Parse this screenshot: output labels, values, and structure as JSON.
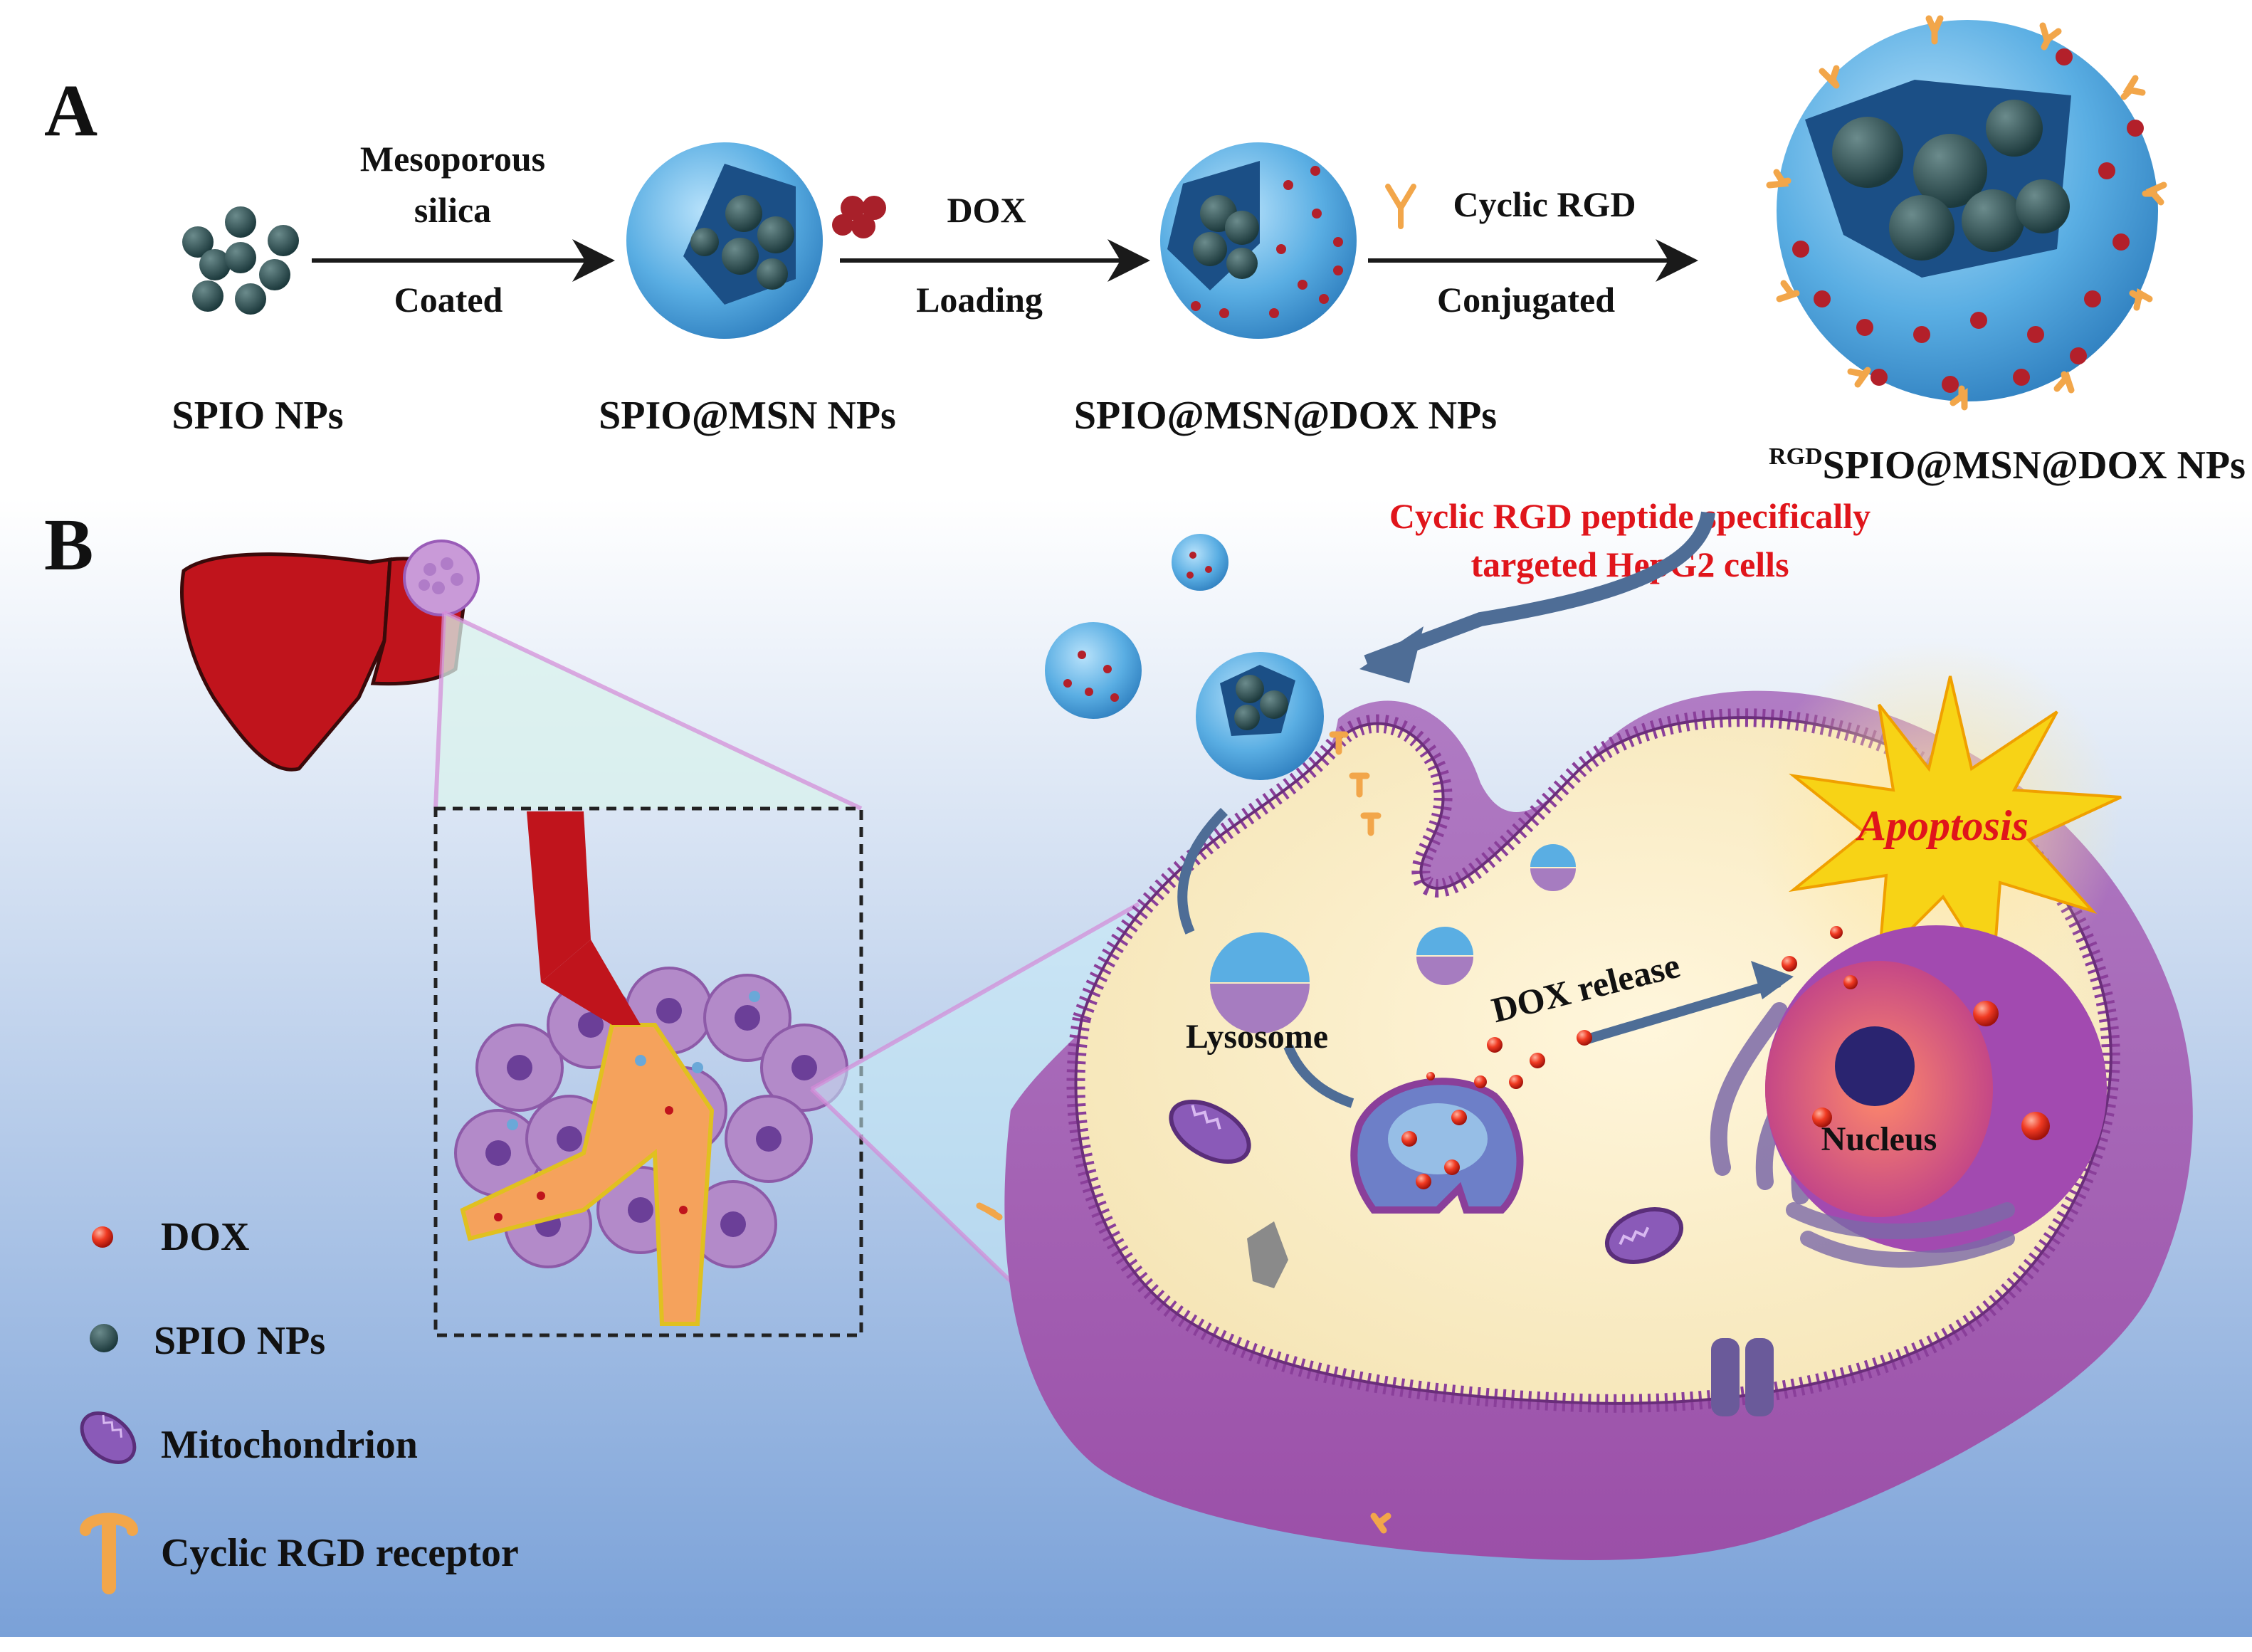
{
  "panel_a": {
    "label": "A",
    "steps": [
      {
        "top": "Mesoporous",
        "top2": "silica",
        "bottom": "Coated"
      },
      {
        "top": "DOX",
        "bottom": "Loading"
      },
      {
        "top": "Cyclic RGD",
        "bottom": "Conjugated"
      }
    ],
    "products": [
      {
        "name": "SPIO NPs"
      },
      {
        "name": "SPIO@MSN NPs"
      },
      {
        "name": "SPIO@MSN@DOX NPs"
      },
      {
        "sup": "RGD",
        "name": "SPIO@MSN@DOX NPs"
      }
    ]
  },
  "panel_b": {
    "label": "B",
    "targeting_note": [
      "Cyclic RGD peptide specifically",
      "targeted HepG2 cells"
    ],
    "lysosome": "Lysosome",
    "dox_release": "DOX release",
    "nucleus": "Nucleus",
    "apoptosis": "Apoptosis",
    "legend": [
      {
        "label": "DOX",
        "icon": "dox-dot-icon"
      },
      {
        "label": "SPIO NPs",
        "icon": "spio-dot-icon"
      },
      {
        "label": "Mitochondrion",
        "icon": "mitochondrion-icon"
      },
      {
        "label": "Cyclic RGD receptor",
        "icon": "rgd-receptor-icon"
      }
    ]
  },
  "colors": {
    "red_text": "#e0151b",
    "silica_blue": "#5aaee3",
    "spio_dark": "#2d4f52",
    "dox_red": "#b3202a",
    "ligand_orange": "#f2a64a",
    "membrane_purple": "#8a3f9a",
    "liver_red": "#c0141c"
  }
}
